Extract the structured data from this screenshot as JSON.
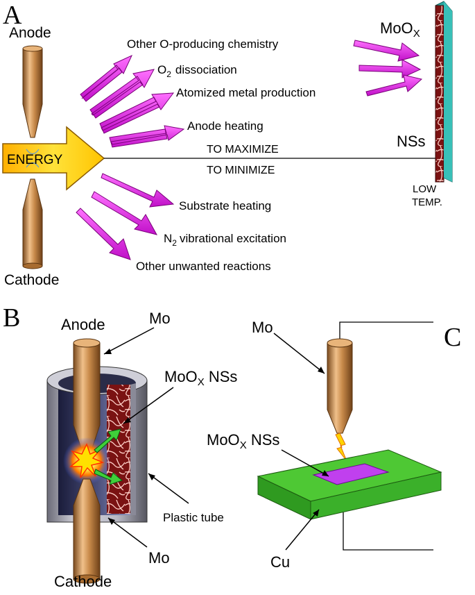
{
  "panels": {
    "a": "A",
    "b": "B",
    "c": "C"
  },
  "panel_a": {
    "anode": "Anode",
    "cathode": "Cathode",
    "energy": "ENERGY",
    "moox_base": "MoO",
    "moox_sub": "X",
    "nss": "NSs",
    "low": "LOW",
    "temp": "TEMP.",
    "maximize": "TO MAXIMIZE",
    "minimize": "TO MINIMIZE",
    "max_items": [
      "Other O-producing chemistry",
      "dissociation",
      "Atomized metal production",
      "Anode heating"
    ],
    "o2_base": "O",
    "o2_sub": "2",
    "min_items": [
      "Substrate heating",
      "vibrational excitation",
      "Other unwanted reactions"
    ],
    "n2_base": "N",
    "n2_sub": "2"
  },
  "panel_b": {
    "anode": "Anode",
    "cathode": "Cathode",
    "mo_top": "Mo",
    "mo_bottom": "Mo",
    "moox_base": "MoO",
    "moox_sub": "X",
    "moox_rest": " NSs",
    "tube": "Plastic tube"
  },
  "panel_c": {
    "mo": "Mo",
    "moox_base": "MoO",
    "moox_sub": "X",
    "moox_rest": " NSs",
    "cu": "Cu"
  },
  "colors": {
    "electrode": "#c88a4a",
    "arrow": "#e020e8",
    "energy": "#ffd21e",
    "substrate": "#3fb52a",
    "film": "#b030e0",
    "wall": "#2aa7a0",
    "nanosheet": "#7a1818"
  }
}
